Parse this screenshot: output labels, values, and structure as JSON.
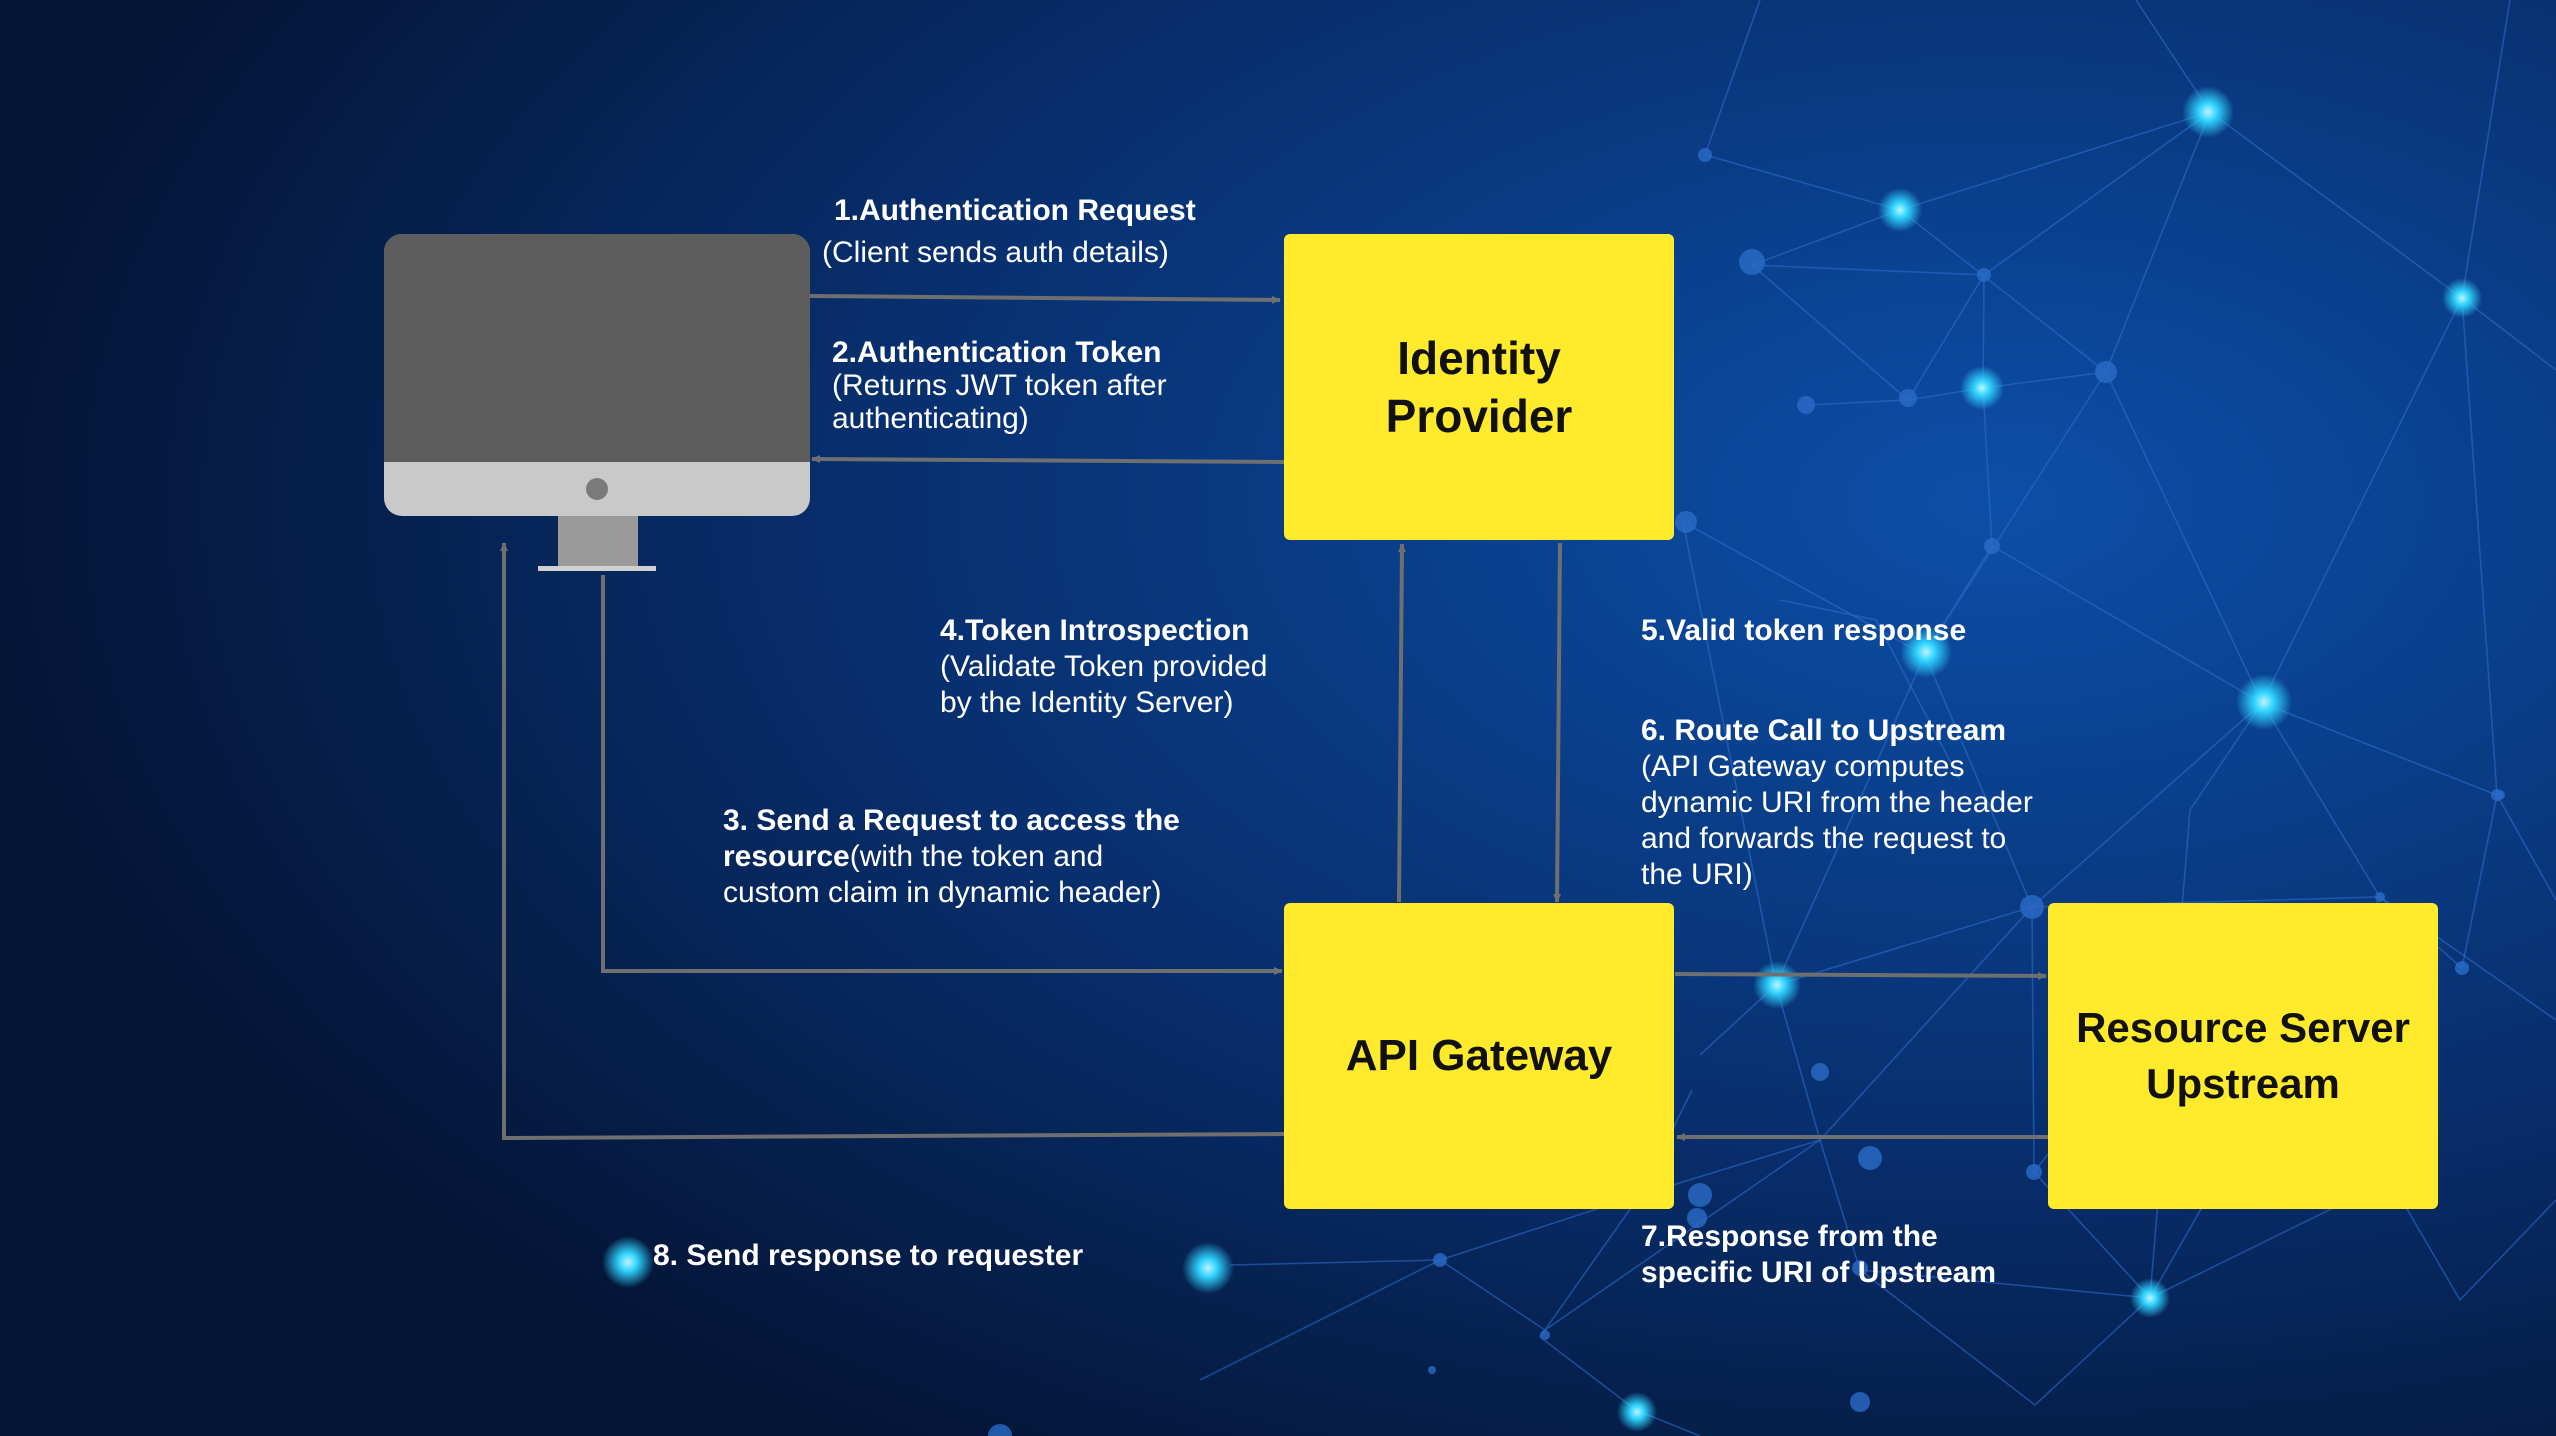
{
  "colors": {
    "bg_dark": "#061a3f",
    "bg_mid": "#0a3c86",
    "box_yellow": "#ffeb2b",
    "arrow": "#6f6f6f",
    "node_glow": "#31d4ff",
    "network_line": "#2f6fd0"
  },
  "icons": [
    "desktop-monitor-icon"
  ],
  "boxes": {
    "identity_provider": {
      "line1": "Identity",
      "line2": "Provider"
    },
    "api_gateway": {
      "line1": "API Gateway"
    },
    "resource_server": {
      "line1": "Resource Server",
      "line2": "Upstream"
    }
  },
  "steps": {
    "s1": {
      "title": "1.Authentication Request",
      "desc": "(Client sends auth details)"
    },
    "s2": {
      "title": "2.Authentication Token",
      "desc1": "(Returns JWT token after",
      "desc2": "authenticating)"
    },
    "s3": {
      "title": "3. Send a Request to access the",
      "title2": "resource",
      "desc1": "(with the token and",
      "desc2": "custom claim in dynamic header)"
    },
    "s4": {
      "title": "4.Token Introspection",
      "desc1": "(Validate Token provided",
      "desc2": "by the Identity Server)"
    },
    "s5": {
      "title": "5.Valid token response"
    },
    "s6": {
      "title": "6. Route Call to Upstream",
      "desc1": "(API Gateway computes",
      "desc2": "dynamic URI from the header",
      "desc3": "and forwards the request to",
      "desc4": "the URI)"
    },
    "s7": {
      "title1": "7.Response from the",
      "title2": "specific URI of Upstream"
    },
    "s8": {
      "title": "8. Send response to requester"
    }
  }
}
